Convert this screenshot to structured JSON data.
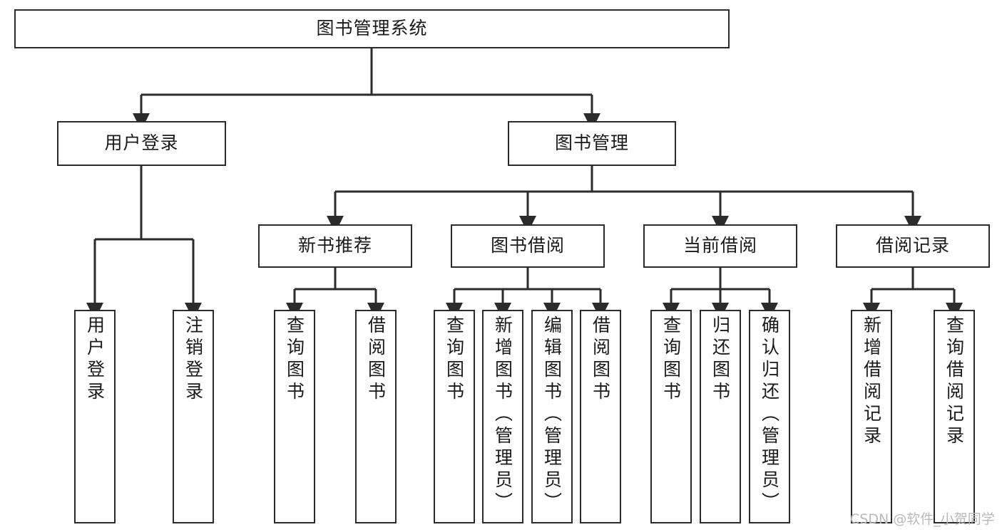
{
  "diagram": {
    "title": "图书管理系统",
    "type": "tree",
    "watermark": "CSDN @软件_小贺同学",
    "colors": {
      "stroke": "#2b2b2b",
      "fill": "#ffffff",
      "text": "#1a1a1a",
      "watermark": "#b9b9b9"
    }
  },
  "nodes": {
    "root": {
      "label": "图书管理系统"
    },
    "level2": [
      {
        "label": "用户登录"
      },
      {
        "label": "图书管理"
      }
    ],
    "level3": [
      {
        "label": "新书推荐"
      },
      {
        "label": "图书借阅"
      },
      {
        "label": "当前借阅"
      },
      {
        "label": "借阅记录"
      }
    ],
    "leaves": {
      "user_login": [
        {
          "label": "用户登录"
        },
        {
          "label": "注销登录"
        }
      ],
      "new_book_recommend": [
        {
          "label": "查询图书"
        },
        {
          "label": "借阅图书"
        }
      ],
      "book_borrow": [
        {
          "label": "查询图书"
        },
        {
          "label": "新增图书（管理员）"
        },
        {
          "label": "编辑图书（管理员）"
        },
        {
          "label": "借阅图书"
        }
      ],
      "current_borrow": [
        {
          "label": "查询图书"
        },
        {
          "label": "归还图书"
        },
        {
          "label": "确认归还（管理员）"
        }
      ],
      "borrow_record": [
        {
          "label": "新增借阅记录"
        },
        {
          "label": "查询借阅记录"
        }
      ]
    }
  }
}
